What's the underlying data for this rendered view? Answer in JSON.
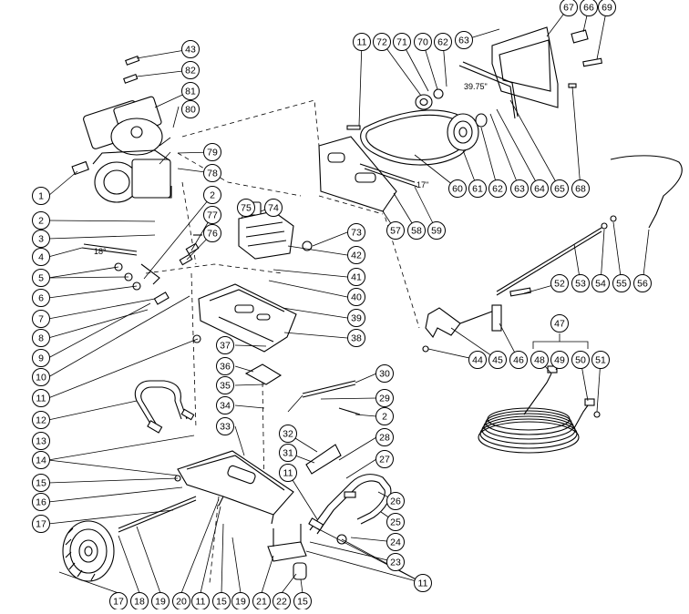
{
  "diagram": {
    "callouts": [
      "1",
      "2",
      "3",
      "4",
      "5",
      "6",
      "7",
      "8",
      "9",
      "10",
      "11",
      "12",
      "13",
      "14",
      "15",
      "16",
      "17",
      "18",
      "19",
      "20",
      "21",
      "22",
      "23",
      "24",
      "25",
      "26",
      "27",
      "28",
      "29",
      "30",
      "31",
      "32",
      "33",
      "34",
      "35",
      "36",
      "37",
      "38",
      "39",
      "40",
      "41",
      "42",
      "43",
      "44",
      "45",
      "46",
      "47",
      "48",
      "49",
      "50",
      "51",
      "52",
      "53",
      "54",
      "55",
      "56",
      "57",
      "58",
      "59",
      "60",
      "61",
      "62",
      "63",
      "64",
      "65",
      "66",
      "67",
      "68",
      "69",
      "70",
      "71",
      "72",
      "73",
      "74",
      "75",
      "76",
      "77",
      "78",
      "79",
      "80",
      "81",
      "82"
    ],
    "dimensions": {
      "hose_length_angle": "18°",
      "belt_guard_length": "39.75\"",
      "belt_guard_small": "17\""
    }
  }
}
